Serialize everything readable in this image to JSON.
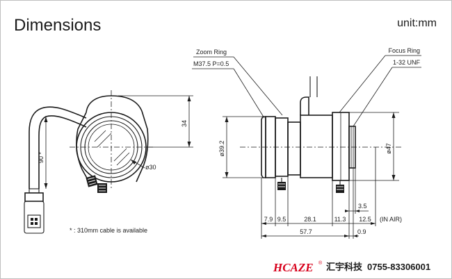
{
  "heading": {
    "title": "Dimensions",
    "unit": "unit:mm"
  },
  "callouts": {
    "zoom_ring": "Zoom Ring",
    "zoom_thread": "M37.5 P=0.5",
    "focus_ring": "Focus Ring",
    "mount_thread": "1-32 UNF"
  },
  "front_view": {
    "cable_length": "90 *",
    "height": "34",
    "lens_diameter": "ø30"
  },
  "side_view": {
    "body_diameter": "ø39.2",
    "mount_diameter": "ø47",
    "seg_1": "7.9",
    "seg_2": "9.5",
    "seg_3": "28.1",
    "seg_4": "11.3",
    "back_focus": "12.5",
    "in_air_note": "(IN AIR)",
    "flange_gap": "3.5",
    "flange_thickness": "0.9",
    "overall_length": "57.7"
  },
  "footnote": "* : 310mm cable is available",
  "footer": {
    "brand": "HCAZE",
    "brand_mark": "®",
    "company_cn": "汇宇科技",
    "phone": "0755-83306001"
  },
  "colors": {
    "line": "#1a1a1a",
    "brand_red": "#d7001b",
    "border": "#bfbfbf"
  }
}
